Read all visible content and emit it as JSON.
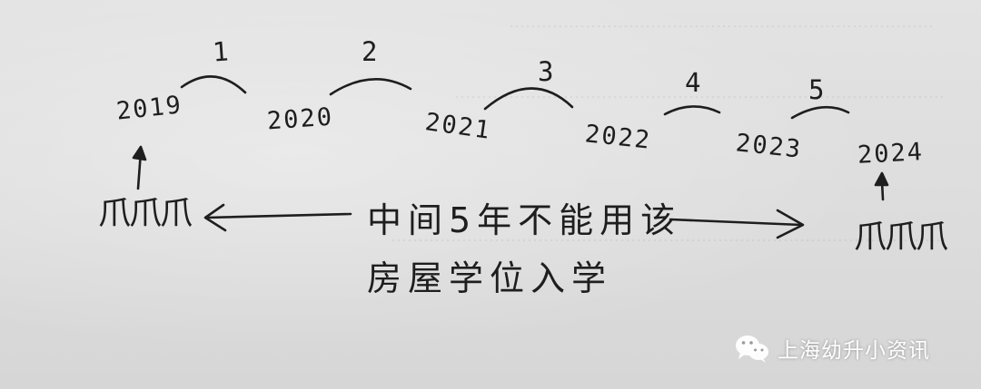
{
  "years": [
    "2019",
    "2020",
    "2021",
    "2022",
    "2023",
    "2024"
  ],
  "counts": [
    "1",
    "2",
    "3",
    "4",
    "5"
  ],
  "residents": {
    "left": "爪爪爪",
    "right": "爪爪爪"
  },
  "note": {
    "line1": "中间5年不能用该",
    "line2": "房屋学位入学"
  },
  "watermark": {
    "icon": "wechat-icon",
    "text": "上海幼升小资讯"
  }
}
